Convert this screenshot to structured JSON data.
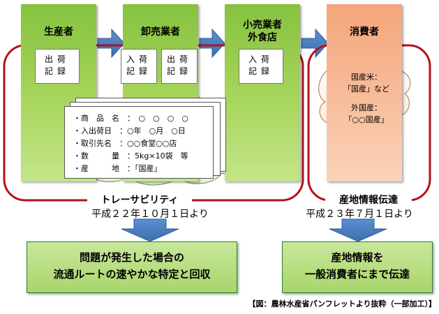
{
  "stages": {
    "producer": {
      "label": "生産者"
    },
    "wholesaler": {
      "label": "卸売業者"
    },
    "retailer": {
      "label_line1": "小売業者",
      "label_line2": "外食店"
    },
    "consumer": {
      "label": "消費者"
    }
  },
  "records": {
    "producer_ship": {
      "c1": "出",
      "c2": "荷",
      "c3": "記",
      "c4": "録"
    },
    "wholesaler_in": {
      "c1": "入",
      "c2": "荷",
      "c3": "記",
      "c4": "録"
    },
    "wholesaler_ship": {
      "c1": "出",
      "c2": "荷",
      "c3": "記",
      "c4": "録"
    },
    "retailer_in": {
      "c1": "入",
      "c2": "荷",
      "c3": "記",
      "c4": "録"
    }
  },
  "record_sheet": {
    "rows": [
      "・商　品　名　：　○　○　○　○",
      "・入出荷日　：○年　○月　○日",
      "・取引先名　：○○食堂○○店",
      "・数　　　量　：5kg×10袋　等",
      "・産　　　地　：「国産」"
    ]
  },
  "consumer_cloud": {
    "line1": "国産米：",
    "line2": "「国産」など",
    "line3": "外国産：",
    "line4": "「○○国産」"
  },
  "traceability": {
    "title": "トレーサビリティ",
    "date": "平成２２年１０月１日より",
    "result_line1": "問題が発生した場合の",
    "result_line2": "流通ルートの速やかな特定と回収"
  },
  "origin_info": {
    "title": "産地情報伝達",
    "date": "平成２３年７月１日より",
    "result_line1": "産地情報を",
    "result_line2": "一般消費者にまで伝達"
  },
  "source_note": "【図：農林水産省パンフレットより抜粋（一部加工）】",
  "colors": {
    "stage_green": "#8cc63f",
    "consumer_orange": "#f6b08a",
    "frame_red": "#b3121b",
    "arrow_blue": "#4f81bd"
  }
}
